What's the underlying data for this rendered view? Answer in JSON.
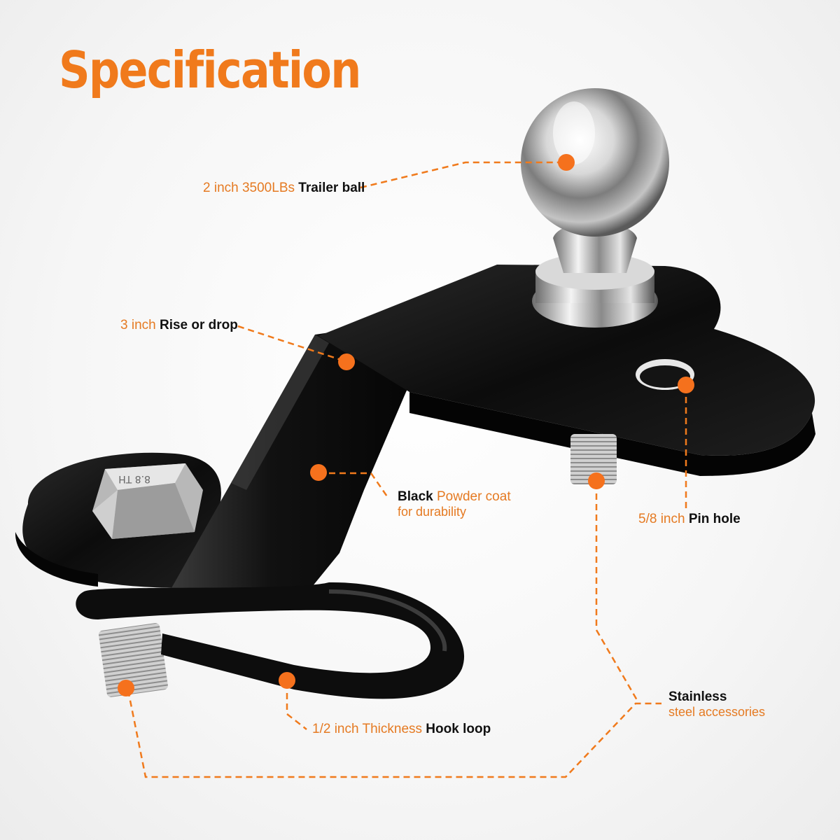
{
  "page": {
    "title": "Specification"
  },
  "colors": {
    "accent": "#f07a1c",
    "bracket": "#121212",
    "metal": "#c9c9c9",
    "text_bold": "#111111"
  },
  "callouts": [
    {
      "id": "trailer-ball",
      "light": "2 inch 3500LBs",
      "bold": "Trailer ball"
    },
    {
      "id": "rise-or-drop",
      "light": "3 inch",
      "bold": "Rise or drop"
    },
    {
      "id": "powder-coat",
      "bold": "Black",
      "light": "Powder coat",
      "sub": "for durability"
    },
    {
      "id": "pin-hole",
      "light": "5/8 inch",
      "bold": "Pin hole"
    },
    {
      "id": "stainless",
      "bold": "Stainless",
      "sub": "steel accessories"
    },
    {
      "id": "hook-loop",
      "light": "1/2 inch Thickness",
      "bold": "Hook loop"
    }
  ],
  "product": {
    "name": "trailer hitch bracket with ball",
    "bolt_marking": "8.8 TH"
  }
}
